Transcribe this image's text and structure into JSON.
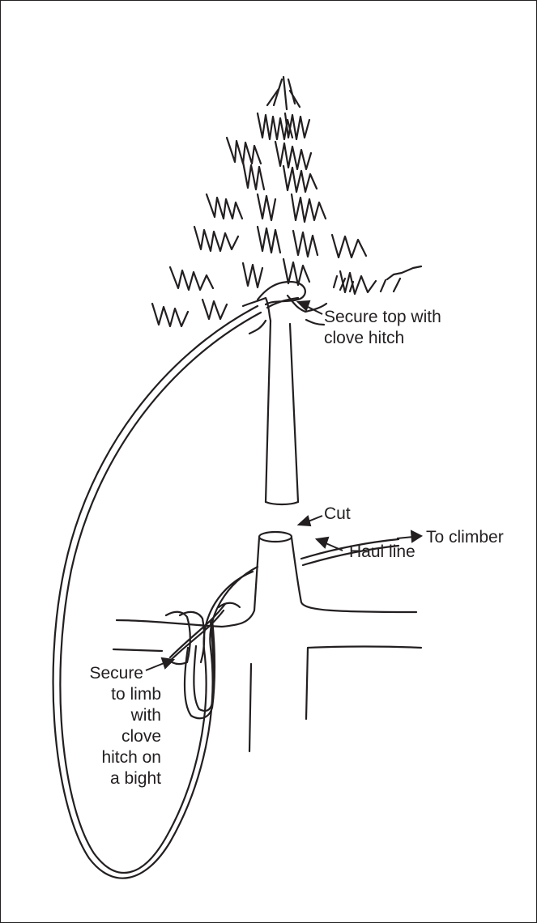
{
  "labels": {
    "secure_top": [
      "Secure top with",
      "clove hitch"
    ],
    "cut": "Cut",
    "to_climber": "To climber",
    "haul_line": "Haul line",
    "secure_limb": [
      "Secure",
      "to limb",
      "with",
      "clove",
      "hitch on",
      "a bight"
    ]
  },
  "colors": {
    "ink": "#231f20",
    "background": "#ffffff"
  }
}
